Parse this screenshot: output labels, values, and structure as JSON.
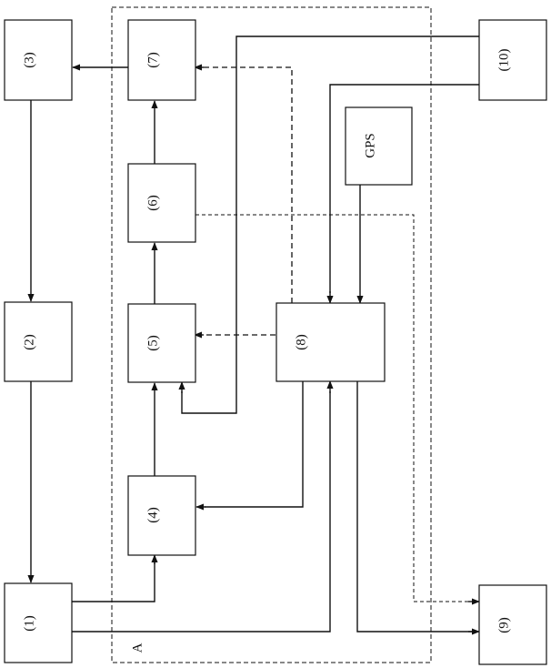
{
  "blocks": {
    "b1": "(1)",
    "b2": "(2)",
    "b3": "(3)",
    "b4": "(4)",
    "b5": "(5)",
    "b6": "(6)",
    "b7": "(7)",
    "b8": "(8)",
    "b9": "(9)",
    "b10": "(10)",
    "gps": "GPS"
  },
  "region_label": "A"
}
